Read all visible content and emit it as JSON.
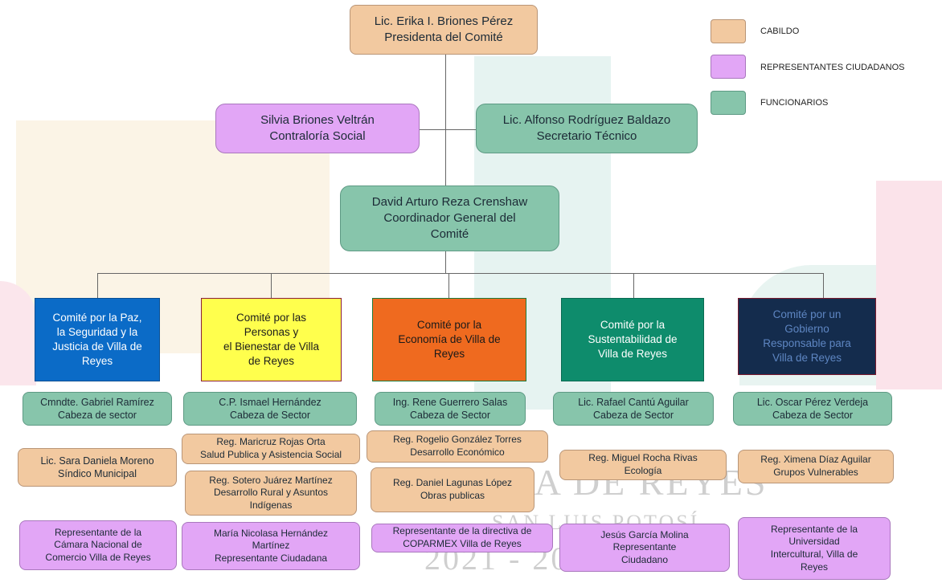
{
  "colors": {
    "cabildo": "#f2c9a0",
    "representantes": "#e2a6f6",
    "funcionarios": "#87c5ab",
    "committee_blue": "#0b6bc7",
    "committee_yellow": "#ffff4d",
    "committee_orange": "#ef6a1f",
    "committee_green": "#0e8c6c",
    "committee_navy": "#142c4d"
  },
  "legend": {
    "cabildo": "CABILDO",
    "representantes": "REPRESENTANTES CIUDADANOS",
    "funcionarios": "FUNCIONARIOS"
  },
  "watermark": {
    "line1": "VILLA DE REYES",
    "line2": "SAN LUIS POTOSÍ",
    "line3": "2021 - 2024"
  },
  "top": {
    "presidenta": [
      "Lic. Erika I. Briones Pérez",
      "Presidenta del Comité"
    ],
    "contraloria": [
      "Silvia Briones Veltrán",
      "Contraloría Social"
    ],
    "secretario": [
      "Lic. Alfonso Rodríguez Baldazo",
      "Secretario Técnico"
    ],
    "coordinador": [
      "David Arturo Reza Crenshaw",
      "Coordinador General del",
      "Comité"
    ]
  },
  "committees": [
    {
      "title": [
        "Comité por la Paz,",
        "la Seguridad y la",
        "Justicia de Villa de",
        "Reyes"
      ],
      "head": [
        "Cmndte. Gabriel Ramírez",
        "Cabeza de sector"
      ],
      "cabildo": [
        [
          "Lic. Sara Daniela Moreno",
          "Síndico Municipal"
        ]
      ],
      "rep": [
        "Representante de la",
        "Cámara Nacional de",
        "Comercio Villa de Reyes"
      ]
    },
    {
      "title": [
        "Comité por las",
        "Personas y",
        "el Bienestar de Villa",
        "de Reyes"
      ],
      "head": [
        "C.P. Ismael Hernández",
        "Cabeza de Sector"
      ],
      "cabildo": [
        [
          "Reg. Maricruz Rojas Orta",
          "Salud Publica y Asistencia Social"
        ],
        [
          "Reg. Sotero Juárez Martínez",
          "Desarrollo Rural y Asuntos",
          "Indígenas"
        ]
      ],
      "rep": [
        "María Nicolasa Hernández",
        "Martínez",
        "Representante Ciudadana"
      ]
    },
    {
      "title": [
        "Comité por la",
        "Economía de Villa de",
        "Reyes"
      ],
      "head": [
        "Ing. Rene Guerrero Salas",
        "Cabeza de Sector"
      ],
      "cabildo": [
        [
          "Reg. Rogelio González Torres",
          "Desarrollo Económico"
        ],
        [
          "Reg. Daniel Lagunas López",
          "Obras publicas"
        ]
      ],
      "rep": [
        "Representante de la directiva de",
        "COPARMEX Villa de Reyes"
      ]
    },
    {
      "title": [
        "Comité por la",
        "Sustentabilidad de",
        "Villa de Reyes"
      ],
      "head": [
        "Lic. Rafael Cantú Aguilar",
        "Cabeza de Sector"
      ],
      "cabildo": [
        [
          "Reg. Miguel Rocha Rivas",
          "Ecología"
        ]
      ],
      "rep": [
        "Jesús García Molina",
        "Representante",
        "Ciudadano"
      ]
    },
    {
      "title": [
        "Comité por un",
        "Gobierno",
        "Responsable para",
        "Villa de Reyes"
      ],
      "head": [
        "Lic. Oscar Pérez Verdeja",
        "Cabeza de Sector"
      ],
      "cabildo": [
        [
          "Reg. Ximena Díaz Aguilar",
          "Grupos Vulnerables"
        ]
      ],
      "rep": [
        "Representante de la",
        "Universidad",
        "Intercultural, Villa de",
        "Reyes"
      ]
    }
  ]
}
